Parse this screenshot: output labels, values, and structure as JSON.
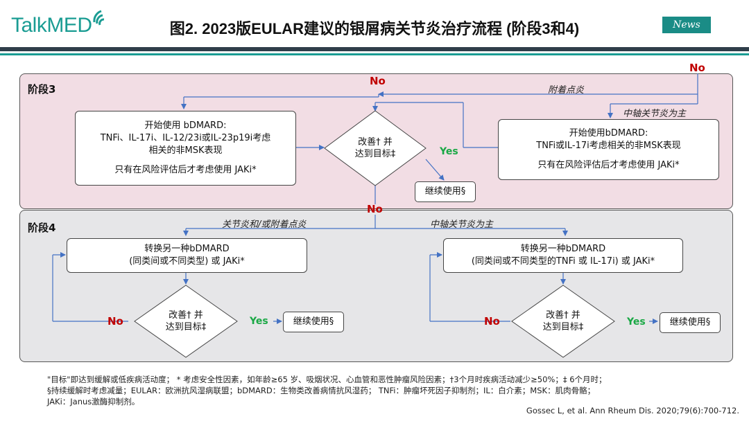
{
  "header": {
    "logo": "TalkMED",
    "title": "图2. 2023版EULAR建议的银屑病关节炎治疗流程 (阶段3和4)",
    "badge": "News"
  },
  "stage3": {
    "label": "阶段3",
    "left_box": [
      "开始使用 bDMARD:",
      "TNFi、IL-17i、IL-12/23i或IL-23p19i考虑",
      "相关的非MSK表现",
      "只有在风险评估后才考虑使用 JAKi*"
    ],
    "diamond": [
      "改善† 并",
      "达到目标‡"
    ],
    "right_box": [
      "开始使用bDMARD:",
      "TNFi或IL-17i考虑相关的非MSK表现",
      "只有在风险评估后才考虑使用 JAKi*"
    ],
    "continue": "继续使用§",
    "yes": "Yes",
    "no_top": "No",
    "no_corner": "No",
    "note_enthesitis": "附着点炎",
    "note_axial": "中轴关节炎为主"
  },
  "stage4": {
    "label": "阶段4",
    "no_top": "No",
    "note_left": "关节炎和/或附着点炎",
    "note_right": "中轴关节炎为主",
    "left_box": [
      "转换另一种bDMARD",
      "(同类间或不同类型) 或 JAKi*"
    ],
    "right_box": [
      "转换另一种bDMARD",
      "(同类间或不同类型的TNFi 或 IL-17i) 或 JAKi*"
    ],
    "left_diamond": [
      "改善† 并",
      "达到目标‡"
    ],
    "right_diamond": [
      "改善† 并",
      "达到目标‡"
    ],
    "left_no": "No",
    "right_no": "No",
    "left_yes": "Yes",
    "right_yes": "Yes",
    "left_continue": "继续使用§",
    "right_continue": "继续使用§"
  },
  "footnote": [
    "\"目标\"即达到缓解或低疾病活动度； * 考虑安全性因素，如年龄≥65 岁、吸烟状况、心血管和恶性肿瘤风险因素；†3个月时疾病活动减少≥50%；‡ 6个月时；",
    "§持续缓解时考虑减量；EULAR：欧洲抗风湿病联盟；bDMARD：生物类改善病情抗风湿药；  TNFi：肿瘤坏死因子抑制剂；IL：白介素；MSK：肌肉骨骼；",
    "JAKi：Janus激酶抑制剂。"
  ],
  "citation": "Gossec L, et al. Ann Rheum Dis. 2020;79(6):700-712."
}
